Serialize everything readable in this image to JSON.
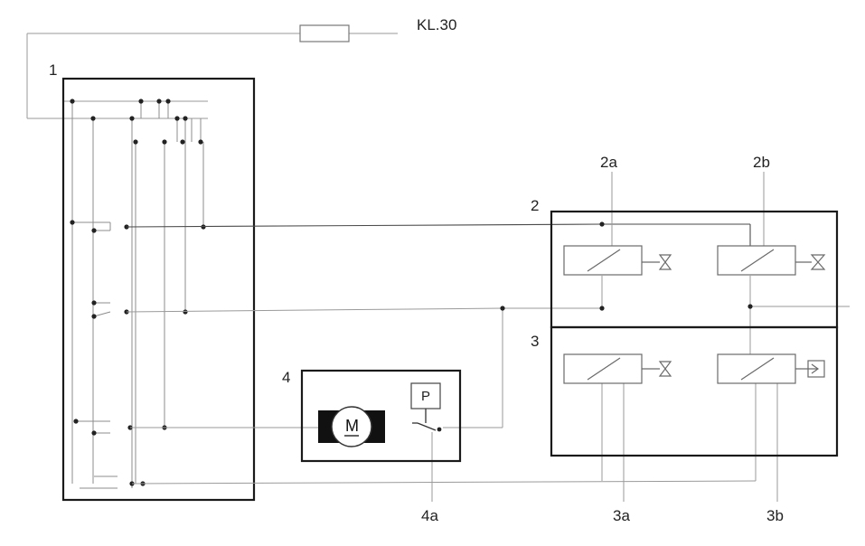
{
  "labels": {
    "kl30": "KL.30",
    "unit1": "1",
    "unit2": "2",
    "unit3": "3",
    "unit4": "4",
    "v2a": "2a",
    "v2b": "2b",
    "v3a": "3a",
    "v3b": "3b",
    "p4a": "4a",
    "motor": "M",
    "pressure": "P"
  },
  "colors": {
    "box_border": "#1a1a1a",
    "wire": "#8c8c8c",
    "wire_dark": "#3a3a3a",
    "motor_pole": "#111111",
    "label": "#222222"
  }
}
